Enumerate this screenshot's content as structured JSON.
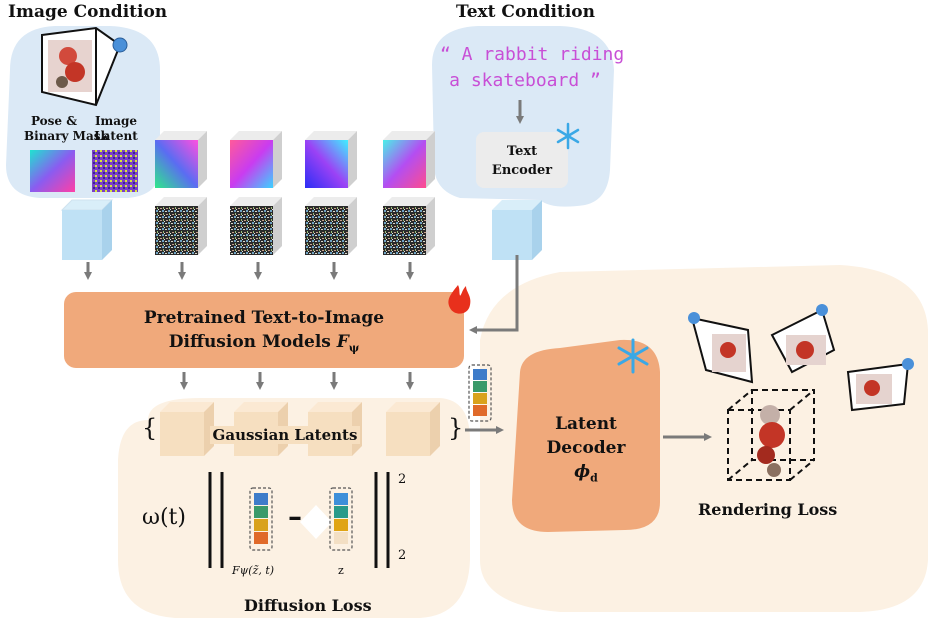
{
  "image_condition": {
    "title": "Image Condition",
    "pose_mask_label_1": "Pose &",
    "pose_mask_label_2": "Binary Mask",
    "image_latent_label_1": "Image",
    "image_latent_label_2": "Latent"
  },
  "text_condition": {
    "title": "Text Condition",
    "prompt_line_1": "“ A rabbit riding",
    "prompt_line_2": "a skateboard ”",
    "encoder_line_1": "Text",
    "encoder_line_2": "Encoder"
  },
  "diffusion_model": {
    "line_1": "Pretrained Text-to-Image",
    "line_2_prefix": "Diffusion Models ",
    "symbol": "F",
    "symbol_sub": "ψ"
  },
  "gaussian_latents": {
    "label": "Gaussian Latents",
    "open_brace": "{",
    "close_brace": "}"
  },
  "diffusion_loss": {
    "title": "Diffusion Loss",
    "weight": "ω(t)",
    "minus": "–",
    "pred_label": "Fψ(z̃, t)",
    "target_label": "z",
    "sub_exp": "2",
    "sup_exp": "2"
  },
  "latent_decoder": {
    "line_1": "Latent",
    "line_2": "Decoder",
    "symbol": "ϕ",
    "symbol_sub": "d"
  },
  "rendering": {
    "title": "Rendering Loss"
  },
  "colors": {
    "condition_bg": "#dbe9f6",
    "loss_bg": "#fcf1e3",
    "model_fill": "#f0a97b",
    "cube_blue": "#bfe1f5",
    "cube_beige": "#f6dfc0",
    "prompt_color": "#c84fd6",
    "arrow": "#7a7a7a",
    "snowflake": "#3aa8e6",
    "flame": "#e8301c"
  }
}
